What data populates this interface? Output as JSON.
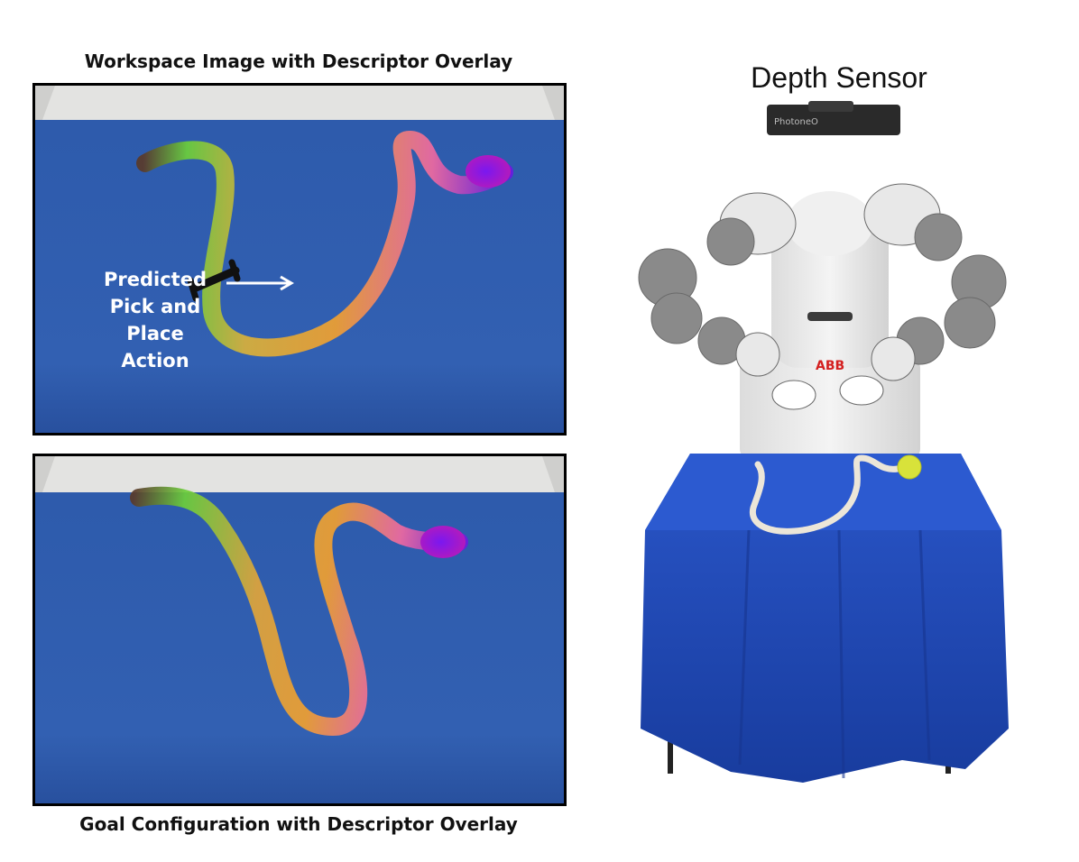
{
  "workspace_title": "Workspace Image with Descriptor Overlay",
  "goal_title": "Goal Configuration with Descriptor Overlay",
  "action_label_lines": [
    "Predicted",
    "Pick and Place",
    "Action"
  ],
  "sensor_label": "Depth Sensor",
  "sensor_brand": "PhotoneO",
  "robot_brand": "ABB",
  "colors": {
    "table_blue": "#2f5bab",
    "cloth_blue": "#1f47b8",
    "tray_gray": "#e3e3e1",
    "descriptor_start": "#5a3a2a",
    "descriptor_green": "#6ccf3a",
    "descriptor_orange": "#f0a030",
    "descriptor_pink": "#f06aa0",
    "descriptor_end": "#6a1ae0"
  }
}
